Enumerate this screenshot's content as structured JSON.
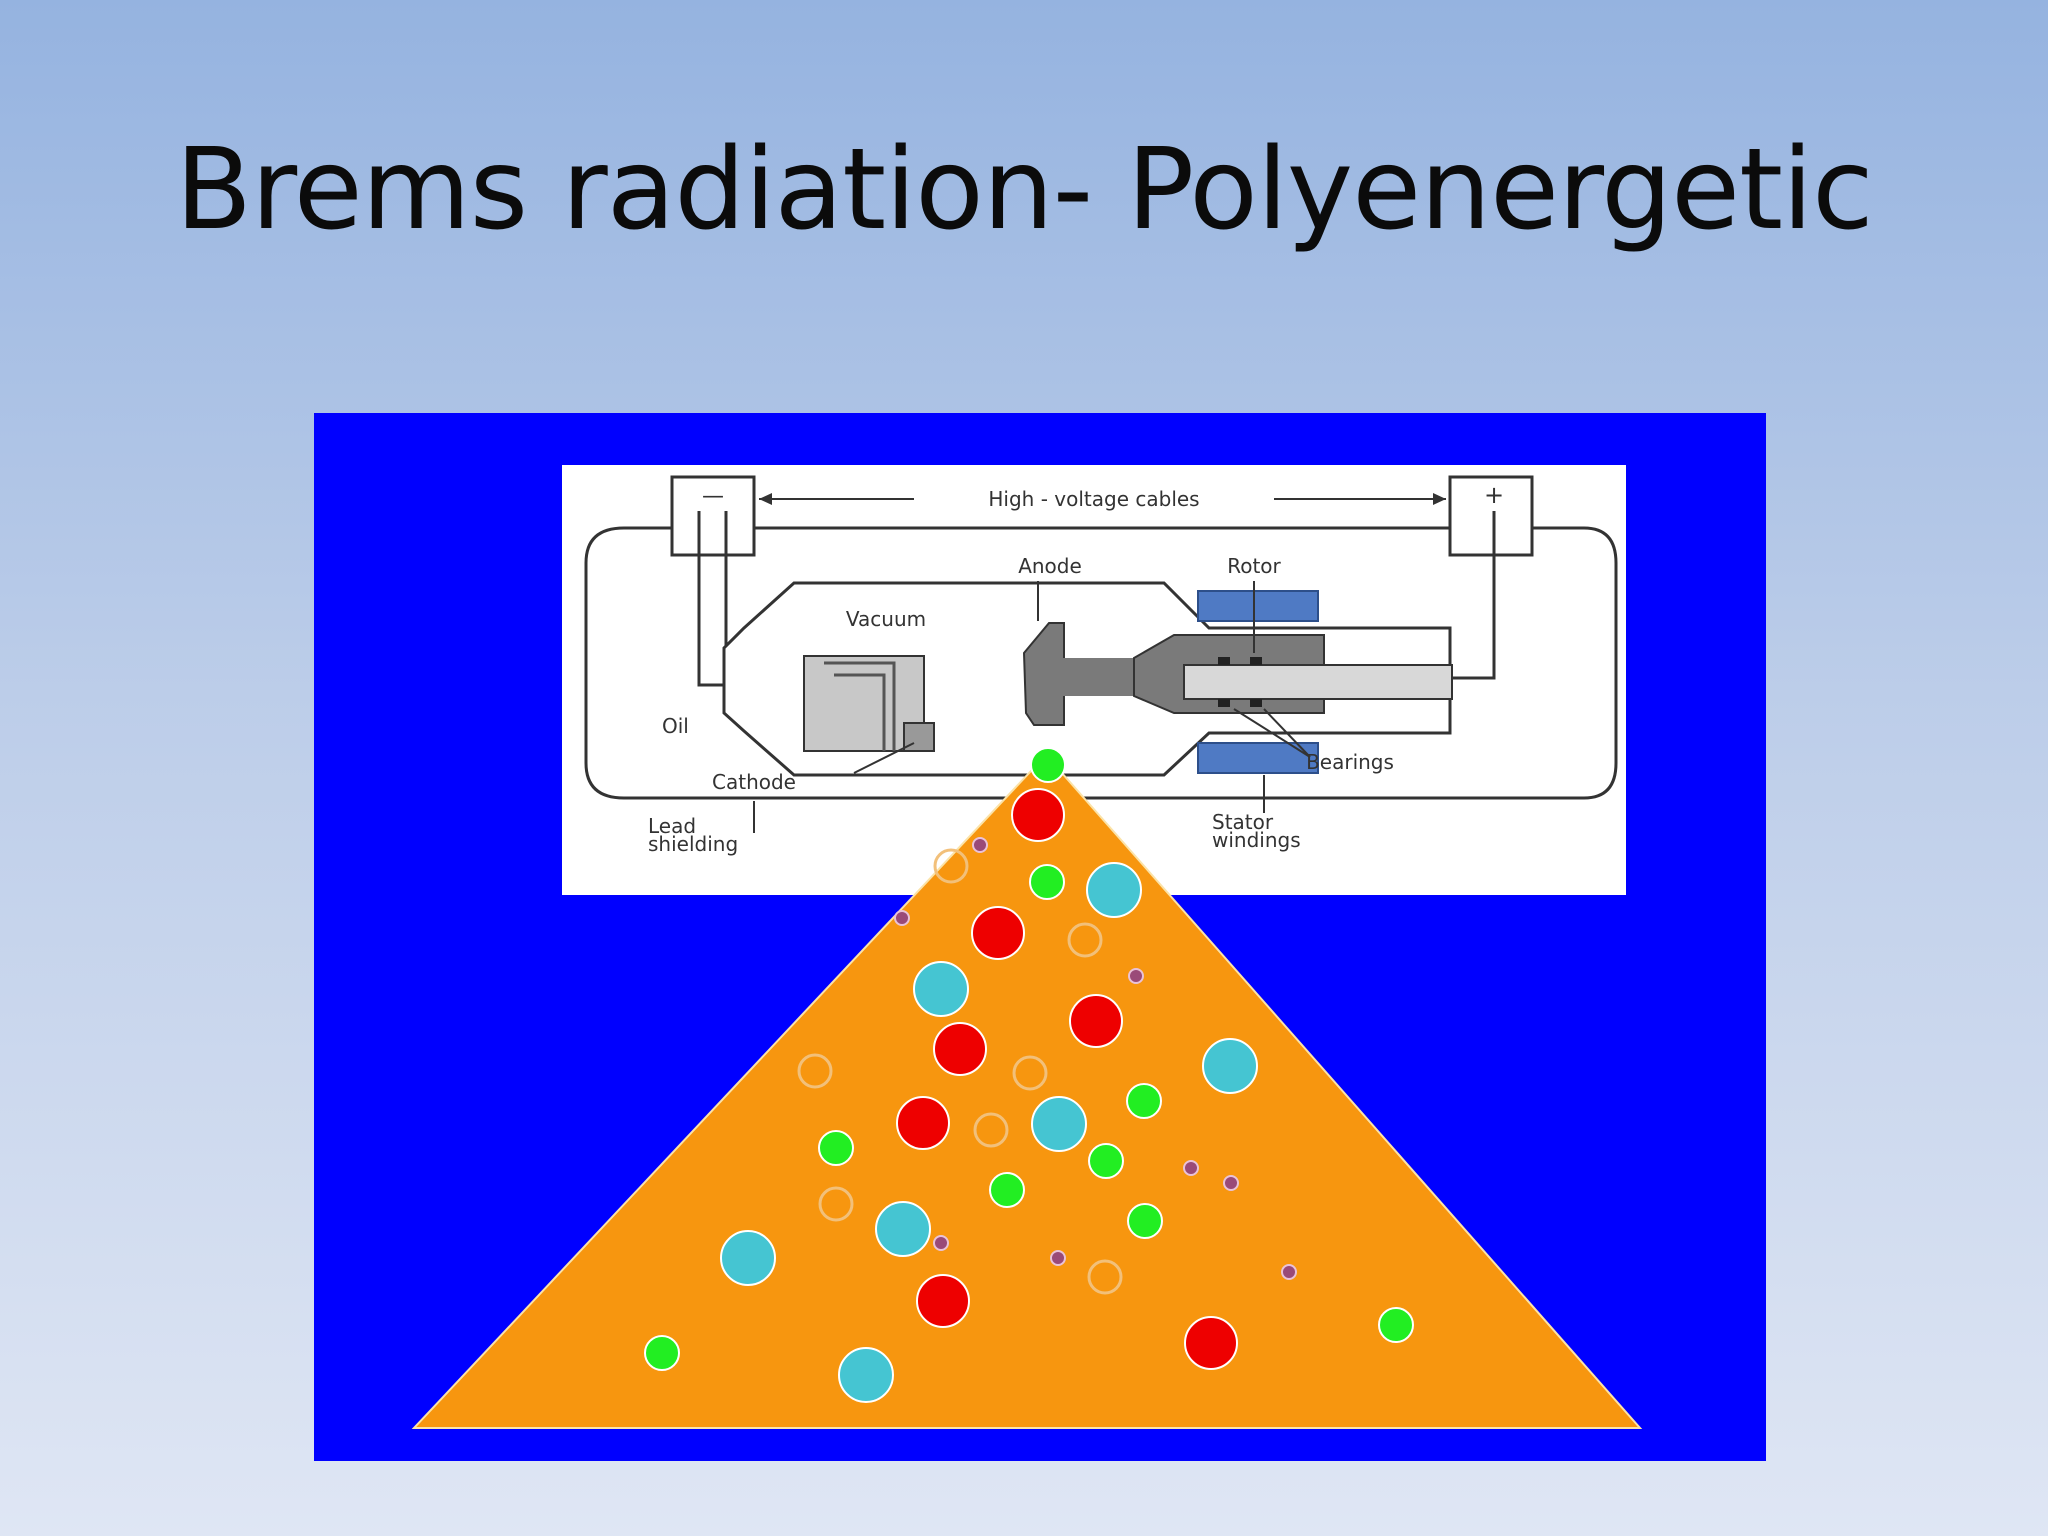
{
  "slide": {
    "title": "Brems radiation- Polyenergetic"
  },
  "diagram": {
    "labels": {
      "minus_terminal": "—",
      "plus_terminal": "+",
      "cables": "High - voltage cables",
      "anode": "Anode",
      "rotor": "Rotor",
      "vacuum": "Vacuum",
      "oil": "Oil",
      "cathode": "Cathode",
      "bearings": "Bearings",
      "lead_line1": "Lead",
      "lead_line2": "shielding",
      "stator_line1": "Stator",
      "stator_line2": "windings"
    },
    "colors": {
      "background": "#0000ff",
      "beam": "#f7960f",
      "red_photon": "#ee0000",
      "green_photon": "#22ee22",
      "cyan_photon": "#45c5d2",
      "purple_dot": "#9a4a78",
      "hollow_ring": "#f2c07a",
      "stator": "#4f7ac4"
    }
  }
}
